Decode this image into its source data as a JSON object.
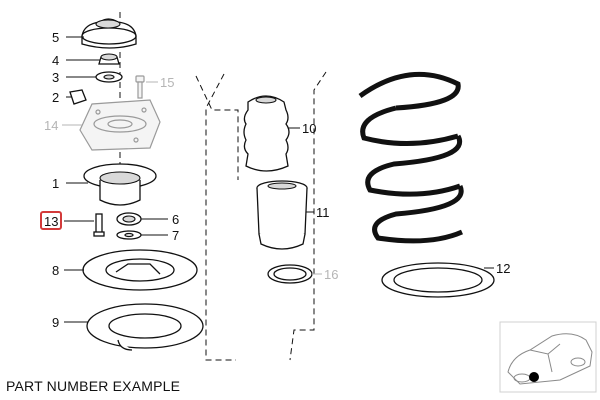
{
  "callouts": {
    "c1": "1",
    "c2": "2",
    "c3": "3",
    "c4": "4",
    "c5": "5",
    "c6": "6",
    "c7": "7",
    "c8": "8",
    "c9": "9",
    "c10": "10",
    "c11": "11",
    "c12": "12",
    "c13": "13",
    "c14": "14",
    "c15": "15",
    "c16": "16"
  },
  "footer": {
    "caption": "PART NUMBER EXAMPLE"
  },
  "colors": {
    "highlight": "#d33a3a",
    "ink": "#111111",
    "muted": "#b5b5b5"
  },
  "highlighted_part": "13"
}
